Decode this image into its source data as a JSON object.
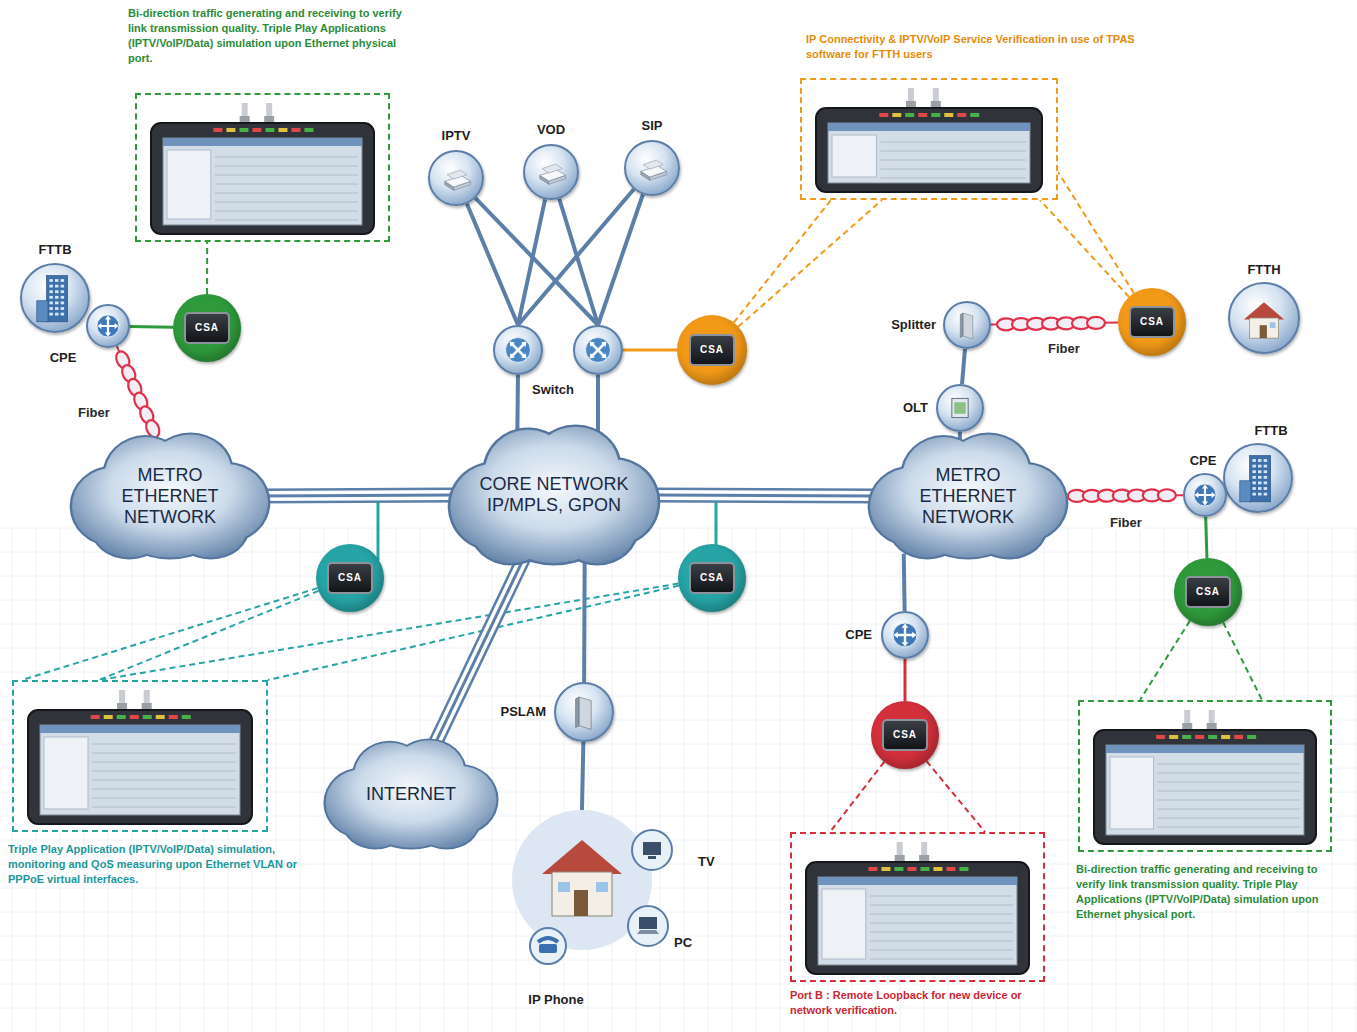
{
  "diagram": {
    "nodes": [
      {
        "text": [
          "Bi-direction traffic generating and receiving to verify link transmission quality. Triple Play Applications (IPTV/VoIP/Data) simulation upon Ethernet physical port."
        ]
      },
      {
        "text": [
          "IP Connectivity & IPTV/VoIP Service Verification in use of TPAS software for FTTH users"
        ]
      },
      {
        "text": [
          "IPTV"
        ]
      },
      {
        "text": [
          "VOD"
        ]
      },
      {
        "text": [
          "SIP"
        ]
      },
      {
        "text": [
          "FTTB"
        ]
      },
      {
        "text": [
          "CPE"
        ]
      },
      {
        "text": [
          "CSA"
        ]
      },
      {
        "text": [
          "FTTH"
        ]
      },
      {
        "text": [
          "Splitter"
        ]
      },
      {
        "text": [
          "CSA"
        ]
      },
      {
        "text": [
          "Switch"
        ]
      },
      {
        "text": [
          "CSA"
        ]
      },
      {
        "text": [
          "OLT"
        ]
      },
      {
        "text": [
          "METRO ETHERNET NETWORK"
        ]
      },
      {
        "text": [
          "CORE NETWORK IP/MPLS, GPON"
        ]
      },
      {
        "text": [
          "METRO ETHERNET NETWORK"
        ]
      },
      {
        "text": [
          "FTTB"
        ]
      },
      {
        "text": [
          "CPE"
        ]
      },
      {
        "text": [
          "CSA"
        ]
      },
      {
        "text": [
          "CSA"
        ]
      },
      {
        "text": [
          "CSA"
        ]
      },
      {
        "text": [
          "CPE"
        ]
      },
      {
        "text": [
          "PSLAM"
        ]
      },
      {
        "text": [
          "CSA"
        ]
      },
      {
        "text": [
          "INTERNET"
        ]
      },
      {
        "text": [
          "Triple Play Application (IPTV/VoIP/Data) simulation, monitoring and QoS measuring upon Ethernet VLAN or PPPoE virtual interfaces."
        ]
      },
      {
        "text": [
          "TV",
          "PC",
          "IP Phone"
        ]
      },
      {
        "text": [
          "Bi-direction traffic generating and receiving to verify link transmission quality. Triple Play Applications (IPTV/VoIP/Data) simulation upon Ethernet physical port."
        ]
      },
      {
        "text": [
          "Port B : Remote Loopback for new device or network verification."
        ]
      }
    ],
    "edges": [
      {
        "from": 2,
        "to": 11,
        "arrow": "none"
      },
      {
        "from": 3,
        "to": 11,
        "arrow": "none"
      },
      {
        "from": 4,
        "to": 11,
        "arrow": "none"
      },
      {
        "from": 11,
        "to": 15,
        "arrow": "none"
      },
      {
        "from": 11,
        "to": 12,
        "arrow": "none"
      },
      {
        "from": 12,
        "to": 1,
        "arrow": "none"
      },
      {
        "from": 10,
        "to": 1,
        "arrow": "none"
      },
      {
        "from": 6,
        "to": 7,
        "arrow": "none"
      },
      {
        "from": 7,
        "to": 0,
        "arrow": "none"
      },
      {
        "from": 6,
        "to": 14,
        "label": "Fiber",
        "arrow": "none"
      },
      {
        "from": 14,
        "to": 15,
        "arrow": "none"
      },
      {
        "from": 15,
        "to": 16,
        "arrow": "none"
      },
      {
        "from": 16,
        "to": 13,
        "arrow": "none"
      },
      {
        "from": 13,
        "to": 9,
        "arrow": "none"
      },
      {
        "from": 9,
        "to": 10,
        "label": "Fiber",
        "arrow": "none"
      },
      {
        "from": 16,
        "to": 18,
        "label": "Fiber",
        "arrow": "none"
      },
      {
        "from": 18,
        "to": 21,
        "arrow": "none"
      },
      {
        "from": 21,
        "to": 28,
        "arrow": "none"
      },
      {
        "from": 19,
        "to": 26,
        "arrow": "none"
      },
      {
        "from": 20,
        "to": 26,
        "arrow": "none"
      },
      {
        "from": 16,
        "to": 22,
        "arrow": "none"
      },
      {
        "from": 22,
        "to": 24,
        "arrow": "none"
      },
      {
        "from": 24,
        "to": 29,
        "arrow": "none"
      },
      {
        "from": 15,
        "to": 23,
        "arrow": "none"
      },
      {
        "from": 23,
        "to": 27,
        "arrow": "none"
      },
      {
        "from": 15,
        "to": 25,
        "arrow": "none"
      }
    ]
  }
}
